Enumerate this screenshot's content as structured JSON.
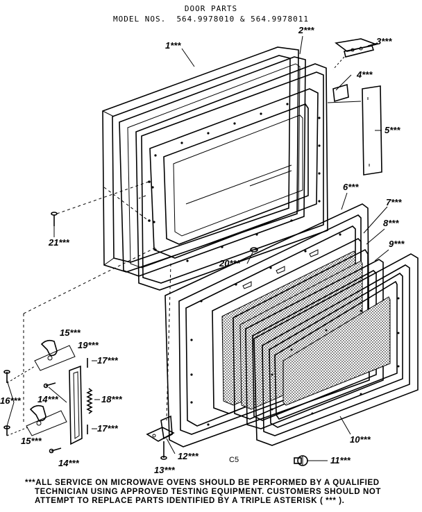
{
  "header": {
    "title": "DOOR PARTS",
    "models": "MODEL NOS.  564.9978010 & 564.9978011"
  },
  "callouts": {
    "p1": "1***",
    "p2": "2***",
    "p3": "3***",
    "p4": "4***",
    "p5": "5***",
    "p6": "6***",
    "p7": "7***",
    "p8": "8***",
    "p9": "9***",
    "p10": "10***",
    "p11": "11***",
    "p12": "12***",
    "p13": "13***",
    "p14a": "14***",
    "p14b": "14***",
    "p15a": "15***",
    "p15b": "15***",
    "p16": "16***",
    "p17a": "17***",
    "p17b": "17***",
    "p18": "18***",
    "p19": "19***",
    "p20": "20***",
    "p21": "21***"
  },
  "code": "C5",
  "footer": {
    "line1": "***ALL SERVICE ON MICROWAVE OVENS SHOULD BE PERFORMED BY A QUALIFIED",
    "line2": "TECHNICIAN USING APPROVED TESTING EQUIPMENT. CUSTOMERS SHOULD NOT",
    "line3": "ATTEMPT TO REPLACE PARTS IDENTIFIED BY A TRIPLE ASTERISK ( *** )."
  }
}
